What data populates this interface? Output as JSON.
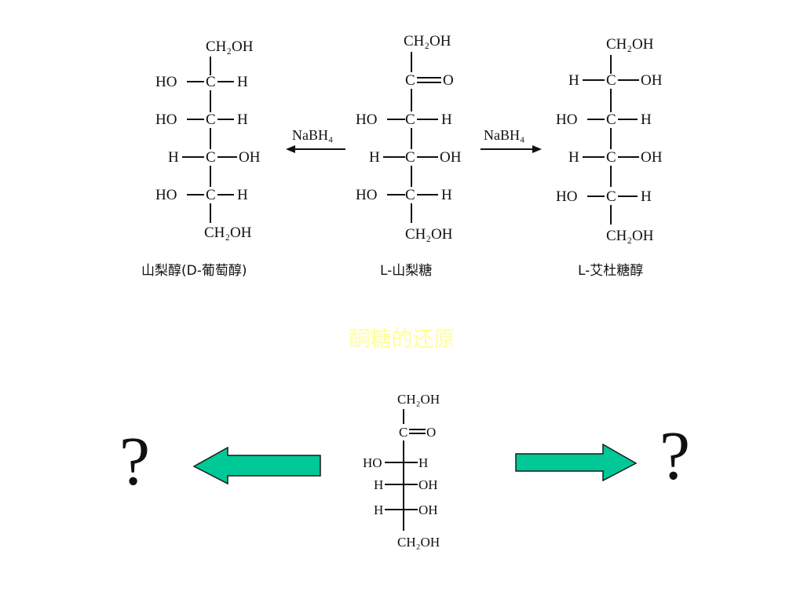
{
  "slide_title": "酮糖的还原",
  "reagent": "NaBH₄",
  "unknown_product_symbol": "?",
  "top_scheme": {
    "left_structure": {
      "caption": "山梨醇(D-葡萄醇)",
      "top_group": "CH₂OH",
      "rows": [
        {
          "left": "HO",
          "center": "C",
          "right": "H"
        },
        {
          "left": "HO",
          "center": "C",
          "right": "H"
        },
        {
          "left": "H",
          "center": "C",
          "right": "OH"
        },
        {
          "left": "HO",
          "center": "C",
          "right": "H"
        }
      ],
      "bottom_group": "CH₂OH"
    },
    "middle_structure": {
      "caption": "L-山梨糖",
      "top_group": "CH₂OH",
      "carbonyl": {
        "center": "C",
        "right": "O"
      },
      "rows": [
        {
          "left": "HO",
          "center": "C",
          "right": "H"
        },
        {
          "left": "H",
          "center": "C",
          "right": "OH"
        },
        {
          "left": "HO",
          "center": "C",
          "right": "H"
        }
      ],
      "bottom_group": "CH₂OH"
    },
    "right_structure": {
      "caption": "L-艾杜糖醇",
      "top_group": "CH₂OH",
      "rows": [
        {
          "left": "H",
          "center": "C",
          "right": "OH"
        },
        {
          "left": "HO",
          "center": "C",
          "right": "H"
        },
        {
          "left": "H",
          "center": "C",
          "right": "OH"
        },
        {
          "left": "HO",
          "center": "C",
          "right": "H"
        }
      ],
      "bottom_group": "CH₂OH"
    }
  },
  "bottom_structure": {
    "top_group": "CH₂OH",
    "carbonyl": {
      "center": "C",
      "right": "O"
    },
    "rows": [
      {
        "left": "HO",
        "right": "H"
      },
      {
        "left": "H",
        "right": "OH"
      },
      {
        "left": "H",
        "right": "OH"
      }
    ],
    "bottom_group": "CH₂OH"
  },
  "colors": {
    "arrow_fill": "#00c896",
    "arrow_stroke": "#1a1a1a",
    "title_color": "#ffff99"
  }
}
